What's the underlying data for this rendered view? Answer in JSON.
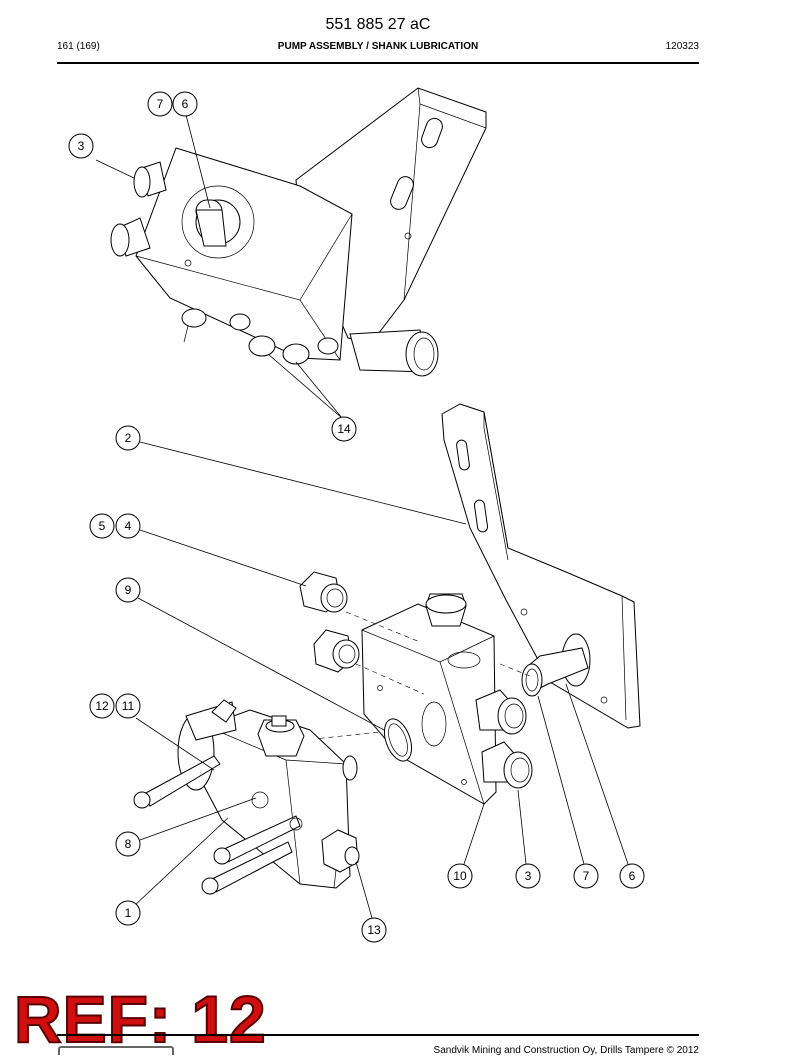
{
  "header": {
    "doc_number": "551 885 27 aC",
    "page": "161 (169)",
    "title": "PUMP ASSEMBLY / SHANK LUBRICATION",
    "date_code": "120323"
  },
  "footer": {
    "copyright": "Sandvik Mining and Construction Oy, Drills Tampere © 2012"
  },
  "stamp": {
    "text": "REF: 12",
    "color": "#d01010"
  },
  "callouts": {
    "c7a": "7",
    "c6a": "6",
    "c3a": "3",
    "c14": "14",
    "c2": "2",
    "c5": "5",
    "c4": "4",
    "c9": "9",
    "c12": "12",
    "c11": "11",
    "c8": "8",
    "c1": "1",
    "c13": "13",
    "c10": "10",
    "c3b": "3",
    "c7b": "7",
    "c6b": "6"
  }
}
